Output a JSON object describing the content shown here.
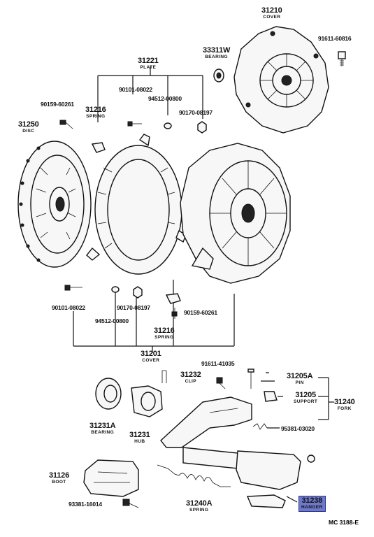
{
  "labels": {
    "cover_top": {
      "number": "31210",
      "name": "COVER"
    },
    "bearing_top": {
      "number": "33311W",
      "name": "BEARING"
    },
    "plate": {
      "number": "31221",
      "name": "PLATE"
    },
    "disc": {
      "number": "31250",
      "name": "DISC"
    },
    "spring_top": {
      "number": "31216",
      "name": "SPRING"
    },
    "spring_mid": {
      "number": "31216",
      "name": "SPRING"
    },
    "cover_mid": {
      "number": "31201",
      "name": "COVER"
    },
    "clip": {
      "number": "31232",
      "name": "CLIP"
    },
    "pin": {
      "number": "31205A",
      "name": "PIN"
    },
    "support": {
      "number": "31205",
      "name": "SUPPORT"
    },
    "fork": {
      "number": "31240",
      "name": "FORK"
    },
    "bearing_low": {
      "number": "31231A",
      "name": "BEARING"
    },
    "hub": {
      "number": "31231",
      "name": "HUB"
    },
    "boot": {
      "number": "31126",
      "name": "BOOT"
    },
    "spring_low": {
      "number": "31240A",
      "name": "SPRING"
    },
    "hanger": {
      "number": "31238",
      "name": "HANGER"
    }
  },
  "parts": {
    "p1": "91611-60816",
    "p2": "90159-60261",
    "p3": "90101-08022",
    "p4": "94512-00800",
    "p5": "90170-08197",
    "p6": "90101-08022",
    "p7": "90170-08197",
    "p8": "90159-60261",
    "p9": "94512-00800",
    "p10": "91611-41035",
    "p11": "95381-03020",
    "p12": "93381-16014"
  },
  "footer": {
    "code": "MC 3188-E"
  },
  "colors": {
    "highlight": "#6f79c9",
    "ink": "#111111"
  }
}
